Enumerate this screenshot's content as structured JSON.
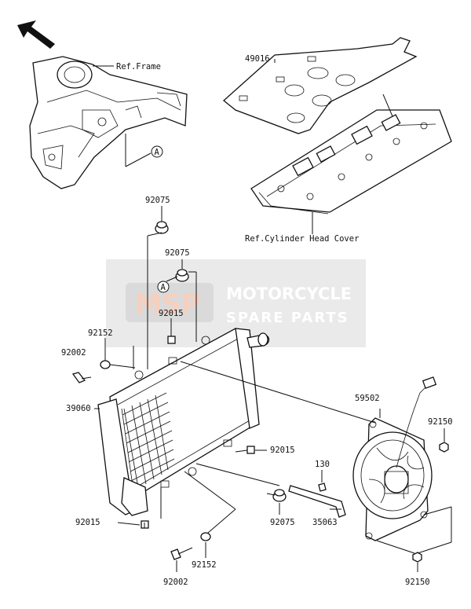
{
  "ref_frame": "Ref.Frame",
  "ref_cylinder_head_cover": "Ref.Cylinder Head Cover",
  "ref_mark": "A",
  "watermark": {
    "logo": "MSP",
    "line1": "MOTORCYCLE",
    "line2": "SPARE PARTS"
  },
  "parts": {
    "p49016": "49016",
    "p92075_top": "92075",
    "p92075_mid": "92075",
    "p92015_top": "92015",
    "p92152_top": "92152",
    "p92002_top": "92002",
    "p39060": "39060",
    "p92015_right": "92015",
    "p59502": "59502",
    "p92150_top": "92150",
    "p130": "130",
    "p92015_bottom": "92015",
    "p92075_bottom": "92075",
    "p35063": "35063",
    "p92152_bottom": "92152",
    "p92002_bottom": "92002",
    "p92150_bottom": "92150"
  }
}
